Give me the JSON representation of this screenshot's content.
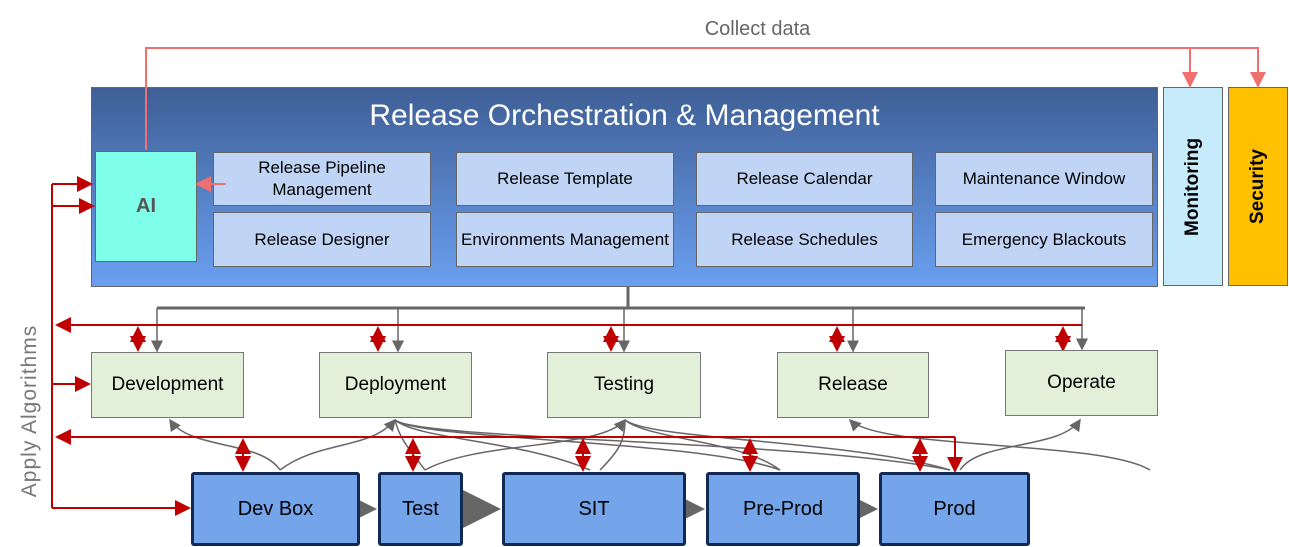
{
  "collect_label": "Collect data",
  "apply_label": "Apply Algorithms",
  "orchestration": {
    "title": "Release Orchestration & Management",
    "ai": "AI",
    "modules": [
      "Release Pipeline Management",
      "Release Template",
      "Release Calendar",
      "Maintenance Window",
      "Release Designer",
      "Environments Management",
      "Release Schedules",
      "Emergency Blackouts"
    ]
  },
  "side_panels": [
    "Monitoring",
    "Security"
  ],
  "colors": {
    "ai": "#7fffea",
    "module": "#c0d4f6",
    "monitoring": "#c6ecfb",
    "security": "#ffc000",
    "phase": "#e2f0da",
    "env": "#74a5ea",
    "red": "#c00000",
    "pink": "#f07070"
  },
  "phases": [
    "Development",
    "Deployment",
    "Testing",
    "Release",
    "Operate"
  ],
  "environments": [
    "Dev Box",
    "Test",
    "SIT",
    "Pre-Prod",
    "Prod"
  ]
}
